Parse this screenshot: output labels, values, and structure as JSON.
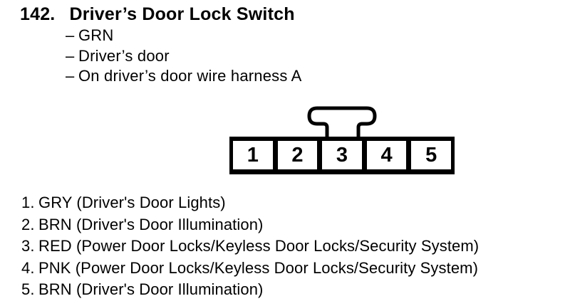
{
  "page": {
    "background": "#ffffff",
    "ink": "#000000"
  },
  "header": {
    "item_number": "142.",
    "title": "Driver’s Door Lock Switch",
    "bullet": "–",
    "details": [
      "GRN",
      "Driver’s door",
      "On driver’s door wire harness A"
    ]
  },
  "connector": {
    "pins": [
      "1",
      "2",
      "3",
      "4",
      "5"
    ]
  },
  "legend": {
    "items": [
      {
        "num": "1.",
        "label": "GRY (Driver's Door Lights)"
      },
      {
        "num": "2.",
        "label": "BRN (Driver's Door Illumination)"
      },
      {
        "num": "3.",
        "label": "RED (Power Door Locks/Keyless Door Locks/Security System)"
      },
      {
        "num": "4.",
        "label": "PNK (Power Door Locks/Keyless Door Locks/Security System)"
      },
      {
        "num": "5.",
        "label": "BRN (Driver's Door Illumination)"
      }
    ]
  }
}
